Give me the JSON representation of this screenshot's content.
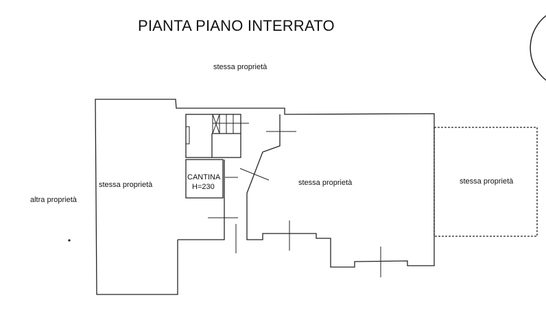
{
  "title": "PIANTA PIANO INTERRATO",
  "labels": {
    "top": "stessa proprietà",
    "left_outside": "altra proprietà",
    "left_block": "stessa proprietà",
    "center": "stessa proprietà",
    "right": "stessa proprietà",
    "cantina": "CANTINA",
    "cantina_height": "H=230"
  }
}
